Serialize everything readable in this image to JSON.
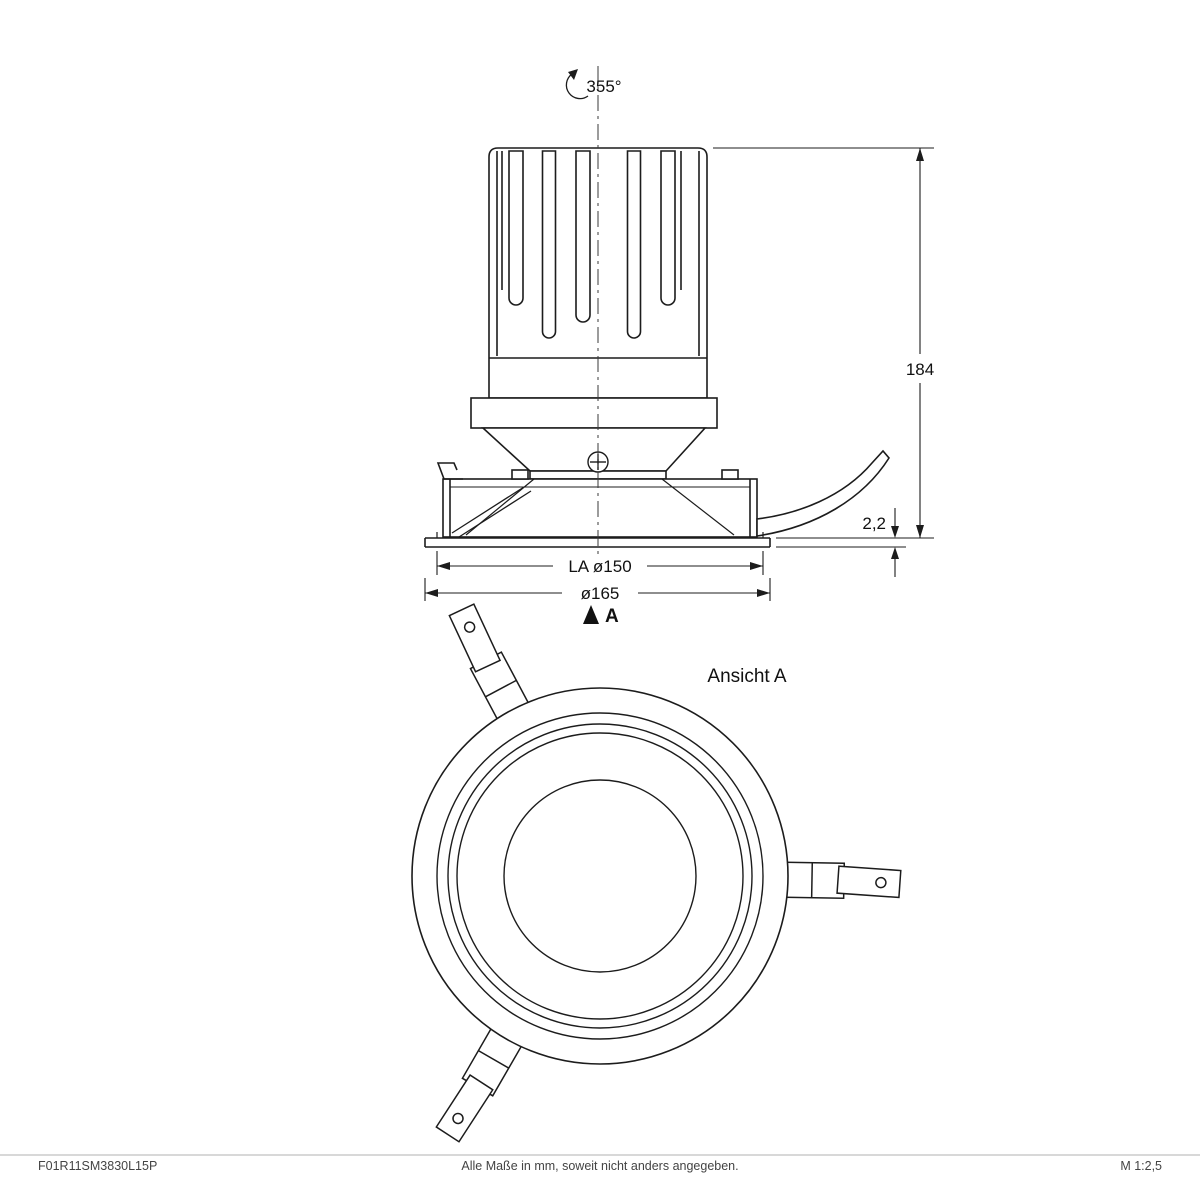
{
  "side_view": {
    "rotation_label": "355°",
    "dim_total_height": "184",
    "dim_flange_thickness": "2,2",
    "dim_cutout_diameter": "LA ø150",
    "dim_outer_diameter": "ø165",
    "view_direction_label": "A"
  },
  "front_view": {
    "title": "Ansicht A"
  },
  "footer": {
    "article_number": "F01R11SM3830L15P",
    "note": "Alle Maße in mm, soweit nicht anders angegeben.",
    "scale": "M 1:2,5"
  }
}
